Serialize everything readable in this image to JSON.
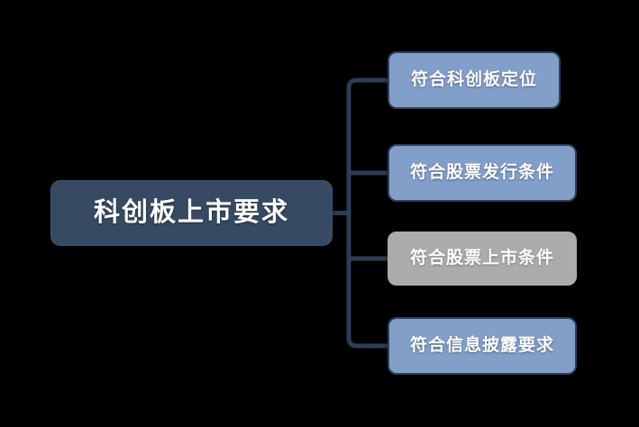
{
  "diagram": {
    "type": "mind-map",
    "background_color": "#000000",
    "root": {
      "label": "科创板上市要求",
      "fill_color": "#374A63",
      "text_color": "#FFFFFF"
    },
    "connector_color": "#2C3E54",
    "children": [
      {
        "label": "符合科创板定位",
        "fill_color": "#829FCA",
        "border_color": "#2E3F58",
        "text_color": "#FFFFFF",
        "state": "normal"
      },
      {
        "label": "符合股票发行条件",
        "fill_color": "#829FCA",
        "border_color": "#2E3F58",
        "text_color": "#FFFFFF",
        "state": "normal"
      },
      {
        "label": "符合股票上市条件",
        "fill_color": "#ABABAB",
        "border_color": "#ABABAB",
        "text_color": "#FFFFFF",
        "state": "highlighted"
      },
      {
        "label": "符合信息披露要求",
        "fill_color": "#829FCA",
        "border_color": "#2E3F58",
        "text_color": "#FFFFFF",
        "state": "normal"
      }
    ]
  }
}
